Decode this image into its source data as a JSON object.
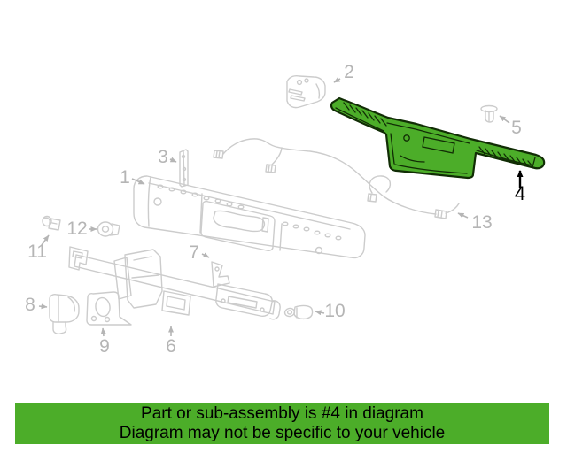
{
  "diagram": {
    "description_hint": "exploded rear bumper parts diagram",
    "highlighted_part": "4",
    "highlight_color": "#4cad29",
    "highlight_outline": "#112d05",
    "line_color": "#cccccc",
    "callout_color": "#b5b5b5",
    "callouts": [
      {
        "label": "1"
      },
      {
        "label": "2"
      },
      {
        "label": "3"
      },
      {
        "label": "4"
      },
      {
        "label": "5"
      },
      {
        "label": "6"
      },
      {
        "label": "7"
      },
      {
        "label": "8"
      },
      {
        "label": "9"
      },
      {
        "label": "10"
      },
      {
        "label": "11"
      },
      {
        "label": "12"
      },
      {
        "label": "13"
      }
    ]
  },
  "banner": {
    "line1": "Part or sub-assembly is #4 in diagram",
    "line2": "Diagram may not be specific to your vehicle",
    "background": "#4cad29",
    "text_color": "#000000"
  }
}
